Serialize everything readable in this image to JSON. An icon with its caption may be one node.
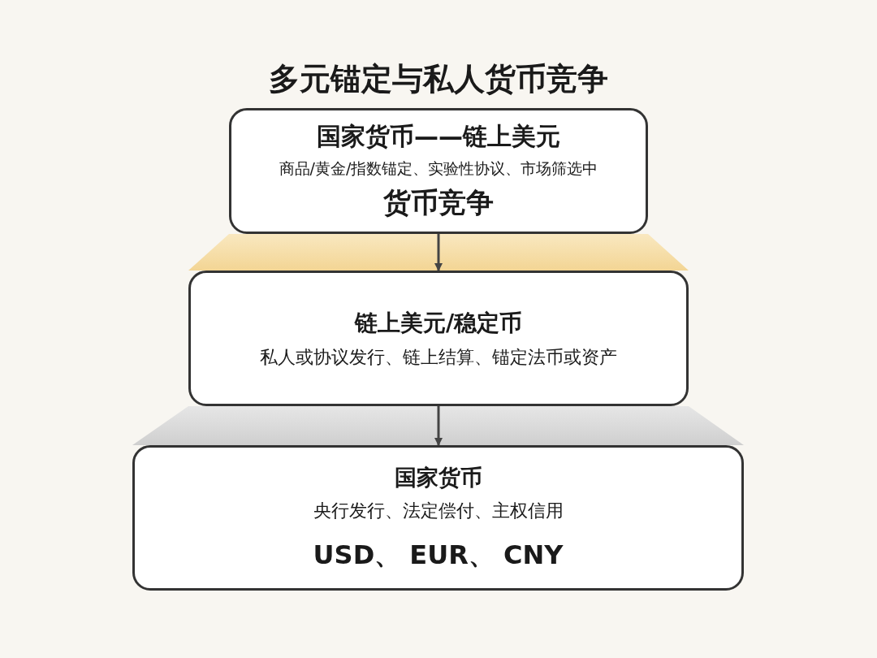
{
  "diagram": {
    "title": "多元锚定与私人货币竞争",
    "nodes": [
      {
        "text": [
          "国家货币——链上美元",
          "商品/黄金/指数锚定、实验性协议、市场筛选中",
          "货币竞争"
        ]
      },
      {
        "text": [
          "链上美元/稳定币",
          "私人或协议发行、链上结算、锚定法币或资产"
        ]
      },
      {
        "text": [
          "国家货币",
          "央行发行、法定偿付、主权信用",
          "USD、 EUR、 CNY"
        ]
      }
    ],
    "edges": [
      {
        "from": 0,
        "to": 1,
        "arrow": "to"
      },
      {
        "from": 1,
        "to": 2,
        "arrow": "to"
      }
    ]
  }
}
